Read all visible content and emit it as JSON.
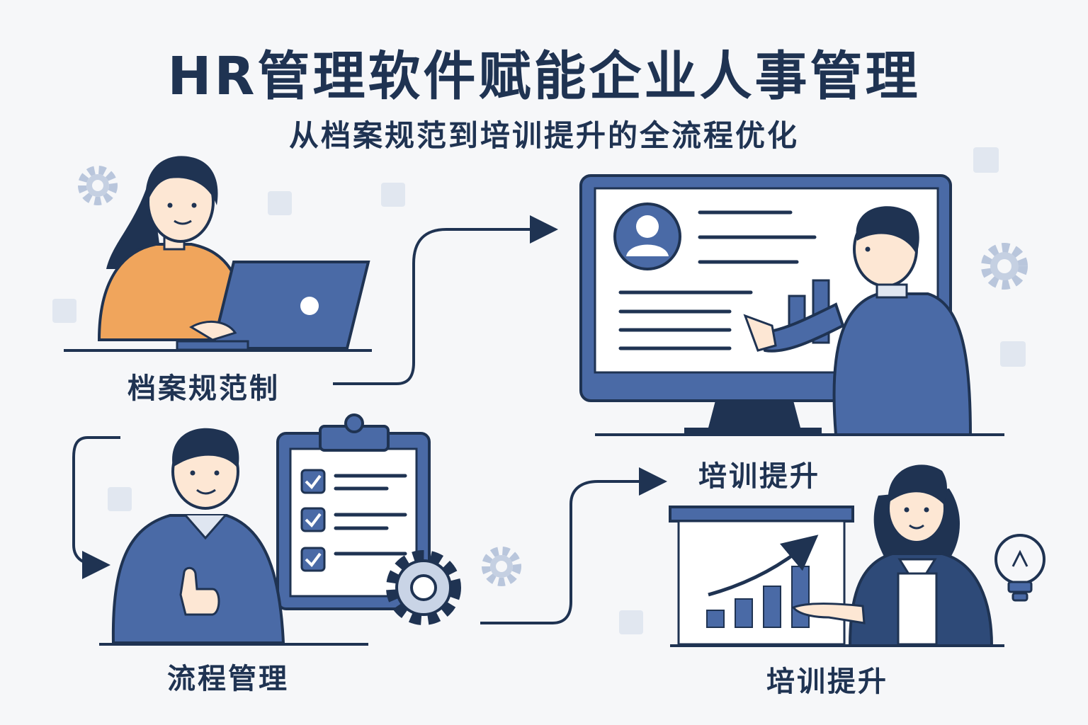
{
  "title": "HR管理软件赋能企业人事管理",
  "subtitle": "从档案规范到培训提升的全流程优化",
  "steps": [
    {
      "label": "档案规范制"
    },
    {
      "label": "培训提升"
    },
    {
      "label": "流程管理"
    },
    {
      "label": "培训提升"
    }
  ],
  "icons": [
    "gear-icon",
    "user-avatar-icon",
    "checkbox-icon",
    "bar-chart-icon",
    "lightbulb-icon",
    "arrow-icon"
  ],
  "colors": {
    "navy": "#1f3352",
    "blue": "#4a6aa6",
    "light_blue": "#dfe6f1",
    "orange": "#f0a55c",
    "background": "#f6f7f9"
  }
}
